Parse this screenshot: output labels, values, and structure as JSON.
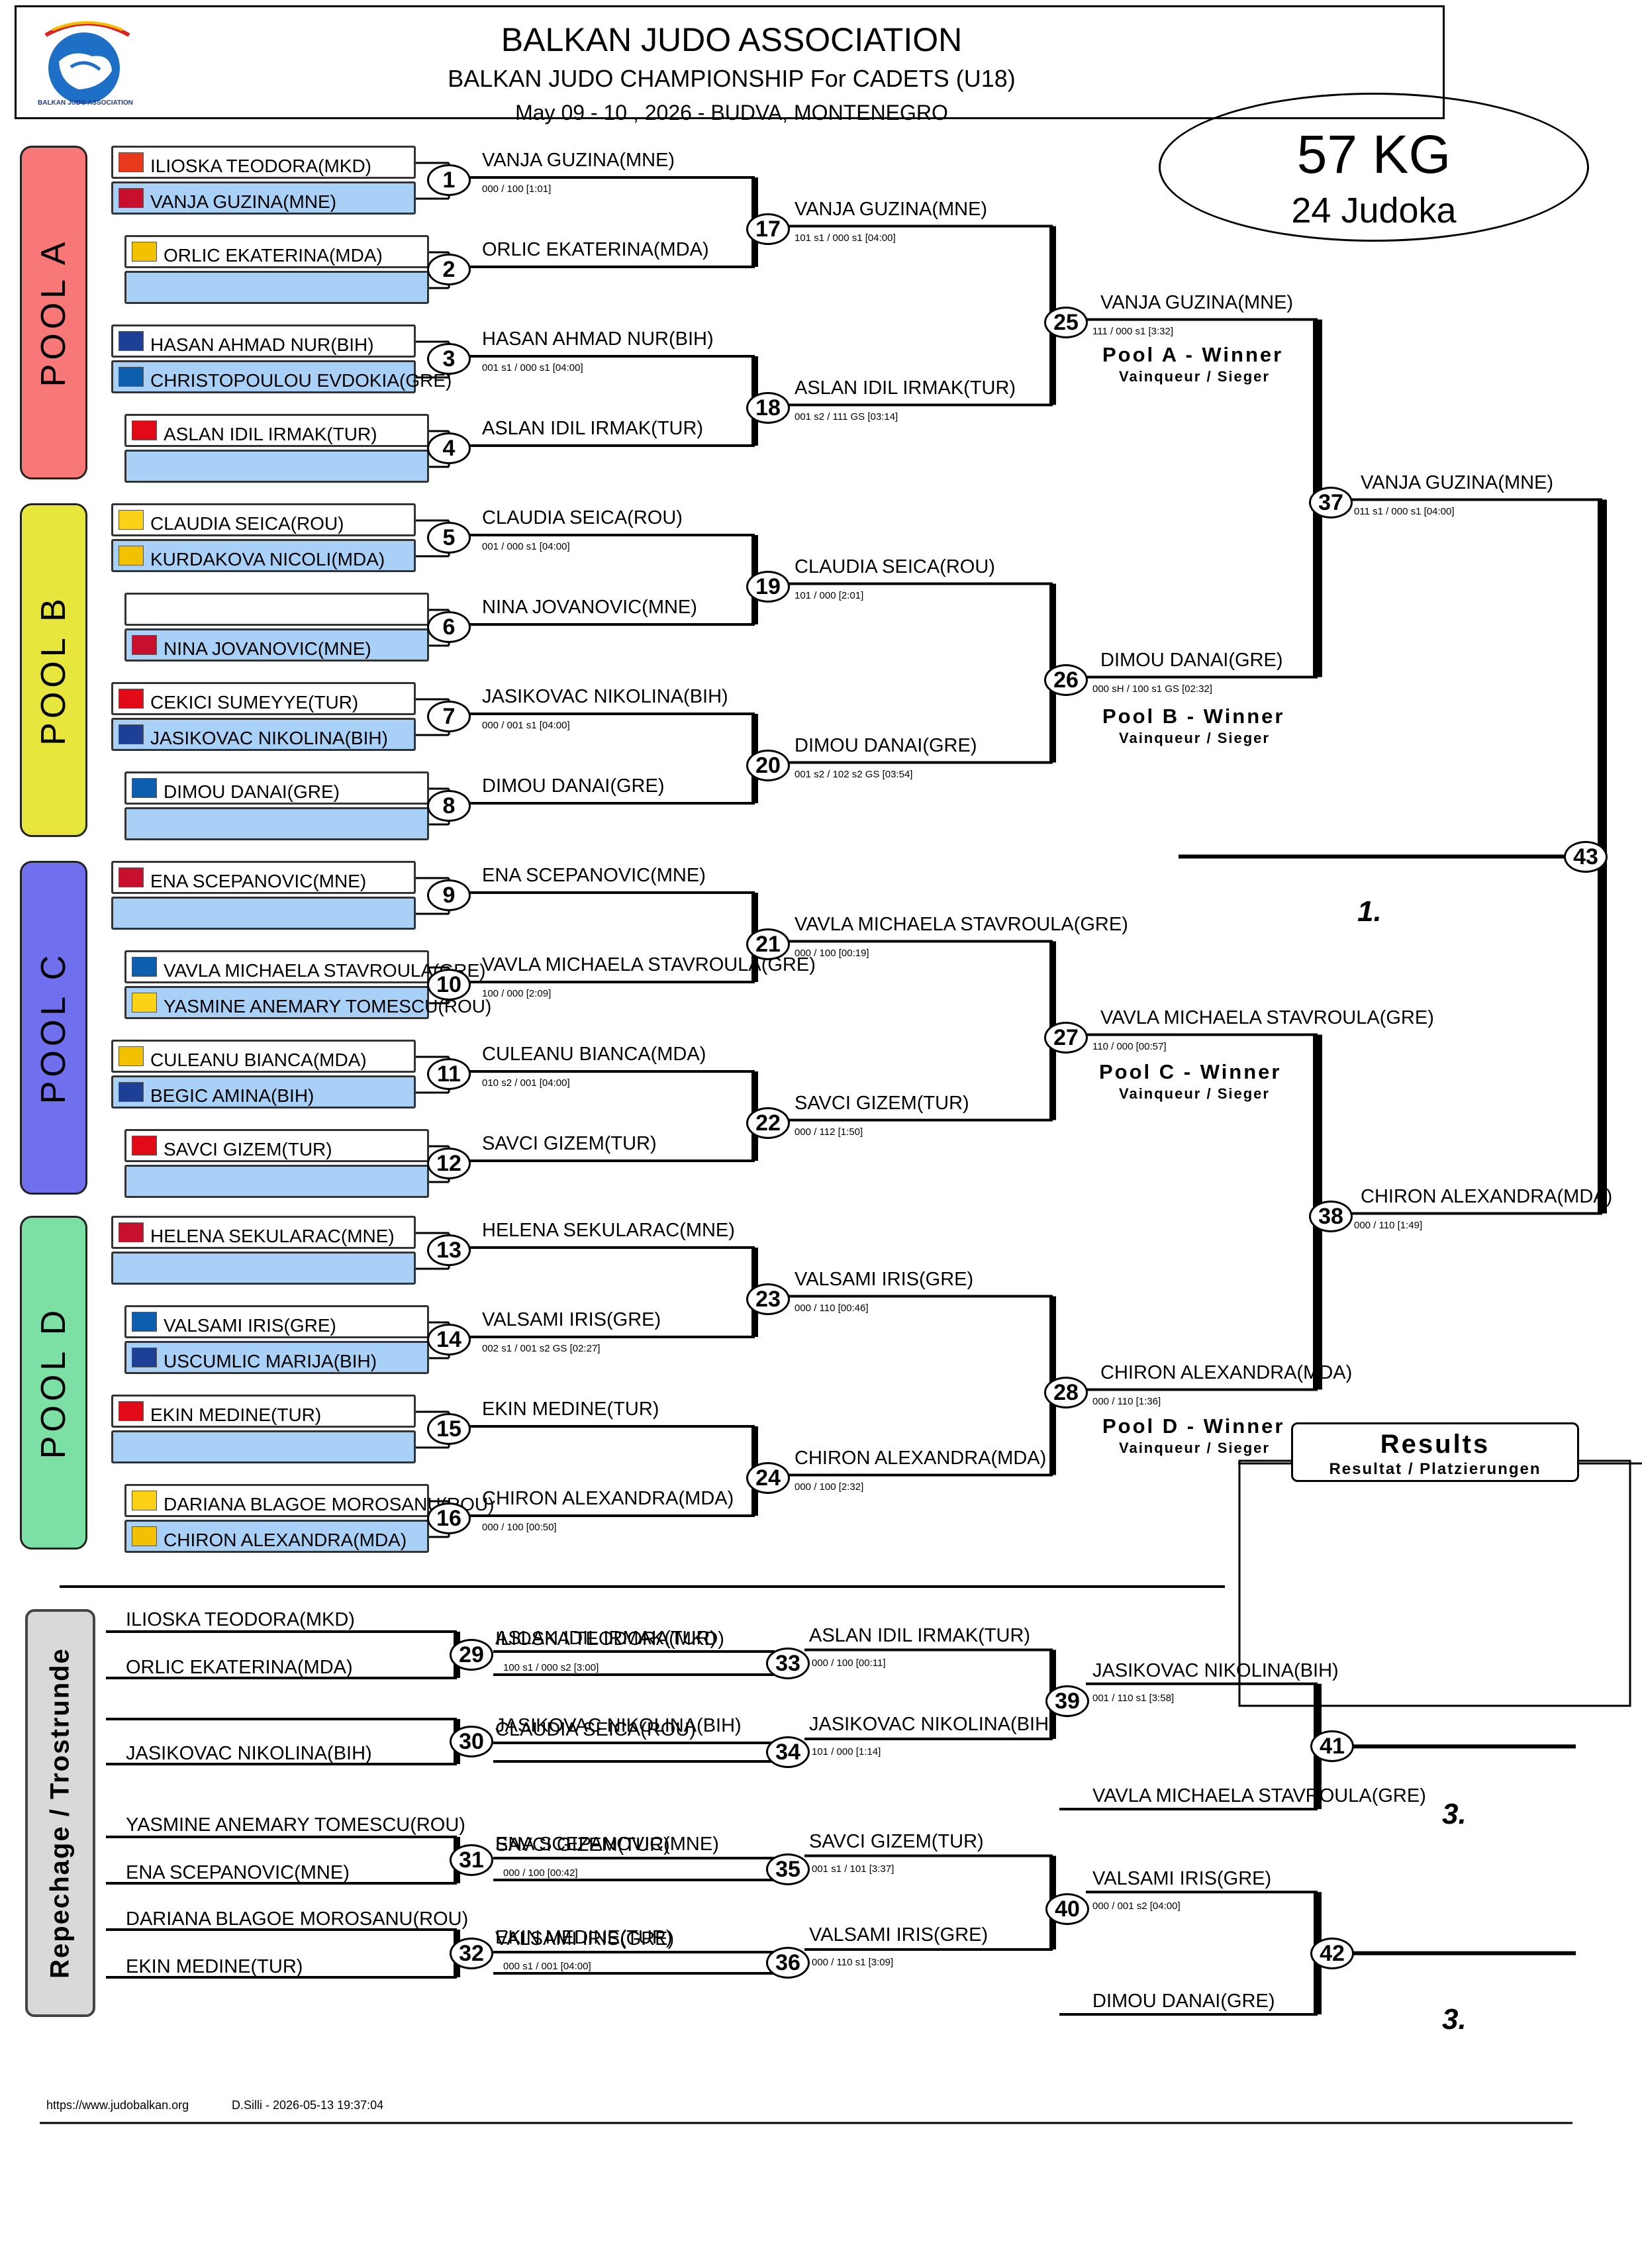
{
  "header": {
    "association": "BALKAN JUDO ASSOCIATION",
    "championship": "BALKAN JUDO CHAMPIONSHIP For CADETS (U18)",
    "date_place": "May 09 - 10 , 2026 - BUDVA, MONTENEGRO",
    "logo_text": "BALKAN JUDO ASSOCIATION"
  },
  "category": {
    "weight": "57 KG",
    "count": "24 Judoka"
  },
  "pools": [
    {
      "label": "POOL A",
      "color": "#f87878"
    },
    {
      "label": "POOL B",
      "color": "#e6e63c"
    },
    {
      "label": "POOL C",
      "color": "#7070ee"
    },
    {
      "label": "POOL D",
      "color": "#7ce0a4"
    }
  ],
  "pool_winner": {
    "a": "Pool A - Winner",
    "b": "Pool B - Winner",
    "c": "Pool C - Winner",
    "d": "Pool D - Winner",
    "sub": "Vainqueur / Sieger"
  },
  "entrants": [
    {
      "name": "ILIOSKA TEODORA(MKD)",
      "flag": "MKD"
    },
    {
      "name": "VANJA GUZINA(MNE)",
      "flag": "MNE"
    },
    {
      "name": "ORLIC EKATERINA(MDA)",
      "flag": "MDA"
    },
    {
      "name": "",
      "flag": ""
    },
    {
      "name": "HASAN AHMAD NUR(BIH)",
      "flag": "BIH"
    },
    {
      "name": "CHRISTOPOULOU EVDOKIA(GRE)",
      "flag": "GRE"
    },
    {
      "name": "ASLAN IDIL IRMAK(TUR)",
      "flag": "TUR"
    },
    {
      "name": "",
      "flag": ""
    },
    {
      "name": "CLAUDIA SEICA(ROU)",
      "flag": "ROU"
    },
    {
      "name": "KURDAKOVA NICOLI(MDA)",
      "flag": "MDA"
    },
    {
      "name": "",
      "flag": ""
    },
    {
      "name": "NINA JOVANOVIC(MNE)",
      "flag": "MNE"
    },
    {
      "name": "CEKICI SUMEYYE(TUR)",
      "flag": "TUR"
    },
    {
      "name": "JASIKOVAC NIKOLINA(BIH)",
      "flag": "BIH"
    },
    {
      "name": "DIMOU DANAI(GRE)",
      "flag": "GRE"
    },
    {
      "name": "",
      "flag": ""
    },
    {
      "name": "ENA SCEPANOVIC(MNE)",
      "flag": "MNE"
    },
    {
      "name": "",
      "flag": ""
    },
    {
      "name": "VAVLA MICHAELA STAVROULA(GRE)",
      "flag": "GRE"
    },
    {
      "name": "YASMINE ANEMARY TOMESCU(ROU)",
      "flag": "ROU"
    },
    {
      "name": "CULEANU BIANCA(MDA)",
      "flag": "MDA"
    },
    {
      "name": "BEGIC AMINA(BIH)",
      "flag": "BIH"
    },
    {
      "name": "SAVCI GIZEM(TUR)",
      "flag": "TUR"
    },
    {
      "name": "",
      "flag": ""
    },
    {
      "name": "HELENA SEKULARAC(MNE)",
      "flag": "MNE"
    },
    {
      "name": "",
      "flag": ""
    },
    {
      "name": "VALSAMI IRIS(GRE)",
      "flag": "GRE"
    },
    {
      "name": "USCUMLIC MARIJA(BIH)",
      "flag": "BIH"
    },
    {
      "name": "EKIN MEDINE(TUR)",
      "flag": "TUR"
    },
    {
      "name": "",
      "flag": ""
    },
    {
      "name": "DARIANA BLAGOE MOROSANU(ROU)",
      "flag": "ROU"
    },
    {
      "name": "CHIRON ALEXANDRA(MDA)",
      "flag": "MDA"
    }
  ],
  "bouts": [
    {
      "num": "1",
      "winner": "VANJA GUZINA(MNE)",
      "score": "000 / 100 [1:01]"
    },
    {
      "num": "2",
      "winner": "ORLIC EKATERINA(MDA)",
      "score": ""
    },
    {
      "num": "3",
      "winner": "HASAN AHMAD NUR(BIH)",
      "score": "001 s1 / 000 s1 [04:00]"
    },
    {
      "num": "4",
      "winner": "ASLAN IDIL IRMAK(TUR)",
      "score": ""
    },
    {
      "num": "5",
      "winner": "CLAUDIA SEICA(ROU)",
      "score": "001 / 000 s1 [04:00]"
    },
    {
      "num": "6",
      "winner": "NINA JOVANOVIC(MNE)",
      "score": ""
    },
    {
      "num": "7",
      "winner": "JASIKOVAC NIKOLINA(BIH)",
      "score": "000 / 001 s1 [04:00]"
    },
    {
      "num": "8",
      "winner": "DIMOU DANAI(GRE)",
      "score": ""
    },
    {
      "num": "9",
      "winner": "ENA SCEPANOVIC(MNE)",
      "score": ""
    },
    {
      "num": "10",
      "winner": "VAVLA MICHAELA STAVROULA(GRE)",
      "score": "100 / 000 [2:09]"
    },
    {
      "num": "11",
      "winner": "CULEANU BIANCA(MDA)",
      "score": "010 s2 / 001 [04:00]"
    },
    {
      "num": "12",
      "winner": "SAVCI GIZEM(TUR)",
      "score": ""
    },
    {
      "num": "13",
      "winner": "HELENA SEKULARAC(MNE)",
      "score": ""
    },
    {
      "num": "14",
      "winner": "VALSAMI IRIS(GRE)",
      "score": "002 s1 / 001 s2  GS [02:27]"
    },
    {
      "num": "15",
      "winner": "EKIN MEDINE(TUR)",
      "score": ""
    },
    {
      "num": "16",
      "winner": "CHIRON ALEXANDRA(MDA)",
      "score": "000 / 100 [00:50]"
    },
    {
      "num": "17",
      "winner": "VANJA GUZINA(MNE)",
      "score": "101 s1 / 000 s1 [04:00]"
    },
    {
      "num": "18",
      "winner": "ASLAN IDIL IRMAK(TUR)",
      "score": "001 s2 / 111  GS [03:14]"
    },
    {
      "num": "19",
      "winner": "CLAUDIA SEICA(ROU)",
      "score": "101 / 000 [2:01]"
    },
    {
      "num": "20",
      "winner": "DIMOU DANAI(GRE)",
      "score": "001 s2 / 102 s2  GS [03:54]"
    },
    {
      "num": "21",
      "winner": "VAVLA MICHAELA STAVROULA(GRE)",
      "score": "000 / 100 [00:19]"
    },
    {
      "num": "22",
      "winner": "SAVCI GIZEM(TUR)",
      "score": "000 / 112 [1:50]"
    },
    {
      "num": "23",
      "winner": "VALSAMI IRIS(GRE)",
      "score": "000 / 110 [00:46]"
    },
    {
      "num": "24",
      "winner": "CHIRON ALEXANDRA(MDA)",
      "score": "000 / 100 [2:32]"
    },
    {
      "num": "25",
      "winner": "VANJA GUZINA(MNE)",
      "score": "111 / 000 s1 [3:32]"
    },
    {
      "num": "26",
      "winner": "DIMOU DANAI(GRE)",
      "score": "000 sH  / 100 s1  GS [02:32]"
    },
    {
      "num": "27",
      "winner": "VAVLA MICHAELA STAVROULA(GRE)",
      "score": "110 / 000 [00:57]"
    },
    {
      "num": "28",
      "winner": "CHIRON ALEXANDRA(MDA)",
      "score": "000 / 110 [1:36]"
    },
    {
      "num": "37",
      "winner": "VANJA GUZINA(MNE)",
      "score": "011 s1 / 000 s1 [04:00]"
    },
    {
      "num": "38",
      "winner": "CHIRON ALEXANDRA(MDA)",
      "score": "000 / 110 [1:49]"
    },
    {
      "num": "43",
      "winner": "",
      "score": ""
    }
  ],
  "places": {
    "first": "1.",
    "third_a": "3.",
    "third_b": "3."
  },
  "results": {
    "title": "Results",
    "sub": "Resultat / Platzierungen"
  },
  "repechage": {
    "label": "Repechage / Trostrunde",
    "entries": [
      "ILIOSKA TEODORA(MKD)",
      "ORLIC EKATERINA(MDA)",
      "JASIKOVAC NIKOLINA(BIH)",
      "YASMINE ANEMARY TOMESCU(ROU)",
      "ENA SCEPANOVIC(MNE)",
      "DARIANA BLAGOE MOROSANU(ROU)",
      "EKIN MEDINE(TUR)"
    ],
    "bouts": [
      {
        "num": "29",
        "winner": "ILIOSKA TEODORA(MKD)",
        "score": "100 s1 / 000 s2 [3:00]"
      },
      {
        "num": "30",
        "winner": "JASIKOVAC NIKOLINA(BIH)",
        "score": ""
      },
      {
        "num": "31",
        "winner": "ENA SCEPANOVIC(MNE)",
        "score": "000 / 100 [00:42]"
      },
      {
        "num": "32",
        "winner": "EKIN MEDINE(TUR)",
        "score": "000 s1 / 001 [04:00]"
      },
      {
        "num": "33",
        "winner": "ASLAN IDIL IRMAK(TUR)",
        "score": "000 / 100 [00:11]"
      },
      {
        "num": "34",
        "winner": "JASIKOVAC NIKOLINA(BIH)",
        "score": "101 / 000 [1:14]"
      },
      {
        "num": "35",
        "winner": "SAVCI GIZEM(TUR)",
        "score": "001 s1 / 101 [3:37]"
      },
      {
        "num": "36",
        "winner": "VALSAMI IRIS(GRE)",
        "score": "000 / 110 s1 [3:09]"
      },
      {
        "num": "39",
        "winner": "JASIKOVAC NIKOLINA(BIH)",
        "score": "001 / 110 s1 [3:58]"
      },
      {
        "num": "40",
        "winner": "VALSAMI IRIS(GRE)",
        "score": "000 / 001 s2 [04:00]"
      },
      {
        "num": "41",
        "winner": "",
        "score": ""
      },
      {
        "num": "42",
        "winner": "",
        "score": ""
      }
    ],
    "drops": {
      "b33": "ASLAN IDIL IRMAK(TUR)",
      "b34": "CLAUDIA SEICA(ROU)",
      "b35": "SAVCI GIZEM(TUR)",
      "b36": "VALSAMI IRIS(GRE)",
      "b41": "VAVLA MICHAELA STAVROULA(GRE)",
      "b42": "DIMOU DANAI(GRE)"
    }
  },
  "footer": {
    "site": "https://www.judobalkan.org",
    "stamp": "D.Silli - 2026-05-13 19:37:04"
  },
  "flag_colors": {
    "MKD": "#e8391d",
    "MNE": "#c8102e",
    "MDA": "#f2c200",
    "BIH": "#1d3f96",
    "GRE": "#0d5eaf",
    "TUR": "#e30a17",
    "ROU": "#fcd116"
  }
}
